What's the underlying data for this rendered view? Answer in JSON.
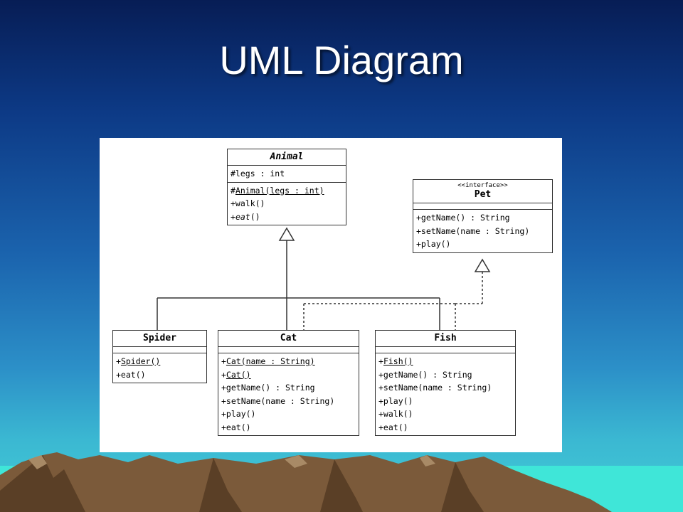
{
  "slide": {
    "title": "UML Diagram"
  },
  "diagram": {
    "animal": {
      "name": "Animal",
      "attributes": [
        "#legs : int"
      ],
      "constructor": {
        "vis": "#",
        "sig": "Animal(legs : int)"
      },
      "methods": [
        "+walk()"
      ],
      "abstract_method": {
        "vis": "+",
        "name": "eat",
        "rest": "()"
      }
    },
    "pet": {
      "stereotype": "<<interface>>",
      "name": "Pet",
      "methods": [
        "+getName() : String",
        "+setName(name : String)",
        "+play()"
      ]
    },
    "spider": {
      "name": "Spider",
      "constructors": [
        {
          "vis": "+",
          "sig": "Spider()"
        }
      ],
      "methods": [
        "+eat()"
      ]
    },
    "cat": {
      "name": "Cat",
      "constructors": [
        {
          "vis": "+",
          "sig": "Cat(name : String)"
        },
        {
          "vis": "+",
          "sig": "Cat()"
        }
      ],
      "methods": [
        "+getName() : String",
        "+setName(name : String)",
        "+play()",
        "+eat()"
      ]
    },
    "fish": {
      "name": "Fish",
      "constructors": [
        {
          "vis": "+",
          "sig": "Fish()"
        }
      ],
      "methods": [
        "+getName() : String",
        "+setName(name : String)",
        "+play()",
        "+walk()",
        "+eat()"
      ]
    }
  }
}
